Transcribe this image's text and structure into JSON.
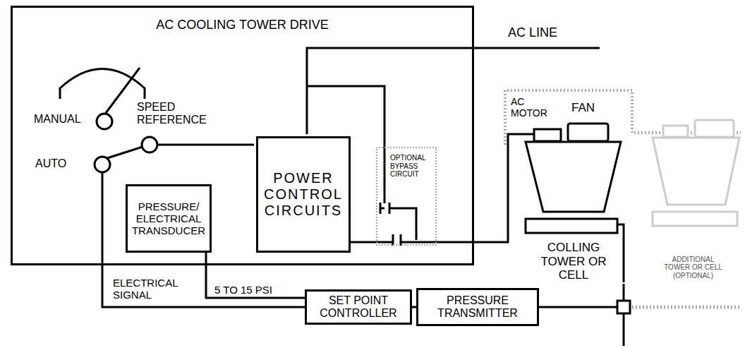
{
  "diagram": {
    "nodes": [
      {
        "text": [
          "AC COOLING TOWER DRIVE"
        ]
      },
      {
        "text": [
          "PRESSURE/ ELECTRICAL TRANSDUCER"
        ],
        "in": 0
      },
      {
        "text": [
          "POWER CONTROL CIRCUITS"
        ],
        "in": 0
      },
      {
        "text": [
          "OPTIONAL BYPASS CIRCUIT"
        ],
        "in": 0
      },
      {
        "text": [
          "SET POINT CONTROLLER"
        ]
      },
      {
        "text": [
          "PRESSURE TRANSMITTER"
        ]
      },
      {
        "text": [
          "COLLING TOWER OR CELL"
        ]
      },
      {
        "text": [
          "ADDITIONAL TOWER OR CELL (OPTIONAL)"
        ]
      }
    ],
    "edges": [
      {
        "from": 1,
        "to": 4,
        "label": "5 TO 15 PSI",
        "arrow": "none"
      },
      {
        "from": 4,
        "to": 5,
        "arrow": "none"
      },
      {
        "from": 5,
        "to": 6,
        "arrow": "none"
      },
      {
        "from": 2,
        "to": 6,
        "arrow": "none"
      }
    ],
    "labels": [
      "AC LINE",
      "MANUAL",
      "SPEED REFERENCE",
      "AUTO",
      "ELECTRICAL SIGNAL",
      "AC MOTOR",
      "FAN"
    ]
  }
}
